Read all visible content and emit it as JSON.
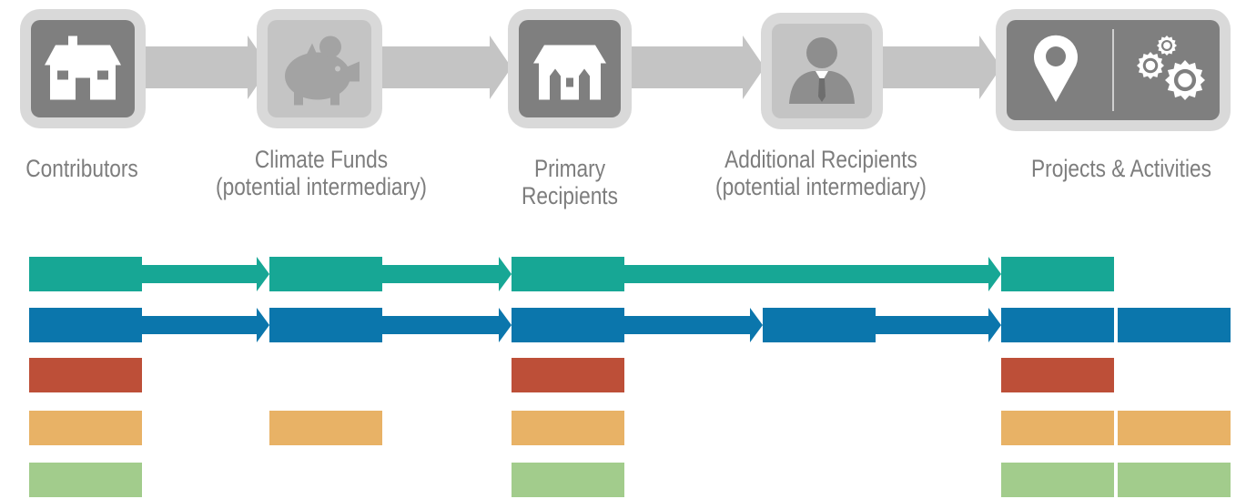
{
  "stages": [
    {
      "id": "contributors",
      "icon": "house-icon",
      "lines": [
        "Contributors"
      ]
    },
    {
      "id": "climate-funds",
      "icon": "piggy-bank-icon",
      "lines": [
        "Climate Funds",
        "(potential intermediary)"
      ]
    },
    {
      "id": "primary-recipients",
      "icon": "building-icon",
      "lines": [
        "Primary",
        "Recipients"
      ]
    },
    {
      "id": "additional-recipients",
      "icon": "person-icon",
      "lines": [
        "Additional Recipients",
        "(potential intermediary)"
      ]
    },
    {
      "id": "projects-activities",
      "icon": "location-pin-and-gears-icon",
      "lines": [
        "Projects & Activities"
      ]
    }
  ],
  "colors": {
    "icon_box_dark": "#7f7f7f",
    "icon_box_light": "#c4c4c4",
    "icon_frame": "#d9d9d9",
    "arrow_gray": "#c4c4c4",
    "label_text": "#7d7d7d",
    "teal": "#17a795",
    "blue": "#0b76ac",
    "red": "#bd4f38",
    "orange": "#e8b266",
    "green": "#a2cc8c"
  },
  "flows": [
    {
      "name": "teal-flow",
      "color": "teal",
      "stages": [
        "contributors",
        "climate-funds",
        "primary-recipients",
        "projects-activities"
      ],
      "arrows": true
    },
    {
      "name": "blue-flow",
      "color": "blue",
      "stages": [
        "contributors",
        "climate-funds",
        "primary-recipients",
        "additional-recipients",
        "projects-activities",
        "projects-activities-2"
      ],
      "arrows": true
    },
    {
      "name": "red-flow",
      "color": "red",
      "stages": [
        "contributors",
        "primary-recipients",
        "projects-activities"
      ],
      "arrows": false
    },
    {
      "name": "orange-flow",
      "color": "orange",
      "stages": [
        "contributors",
        "climate-funds",
        "primary-recipients",
        "projects-activities",
        "projects-activities-2"
      ],
      "arrows": false
    },
    {
      "name": "green-flow",
      "color": "green",
      "stages": [
        "contributors",
        "primary-recipients",
        "projects-activities",
        "projects-activities-2"
      ],
      "arrows": false
    }
  ]
}
